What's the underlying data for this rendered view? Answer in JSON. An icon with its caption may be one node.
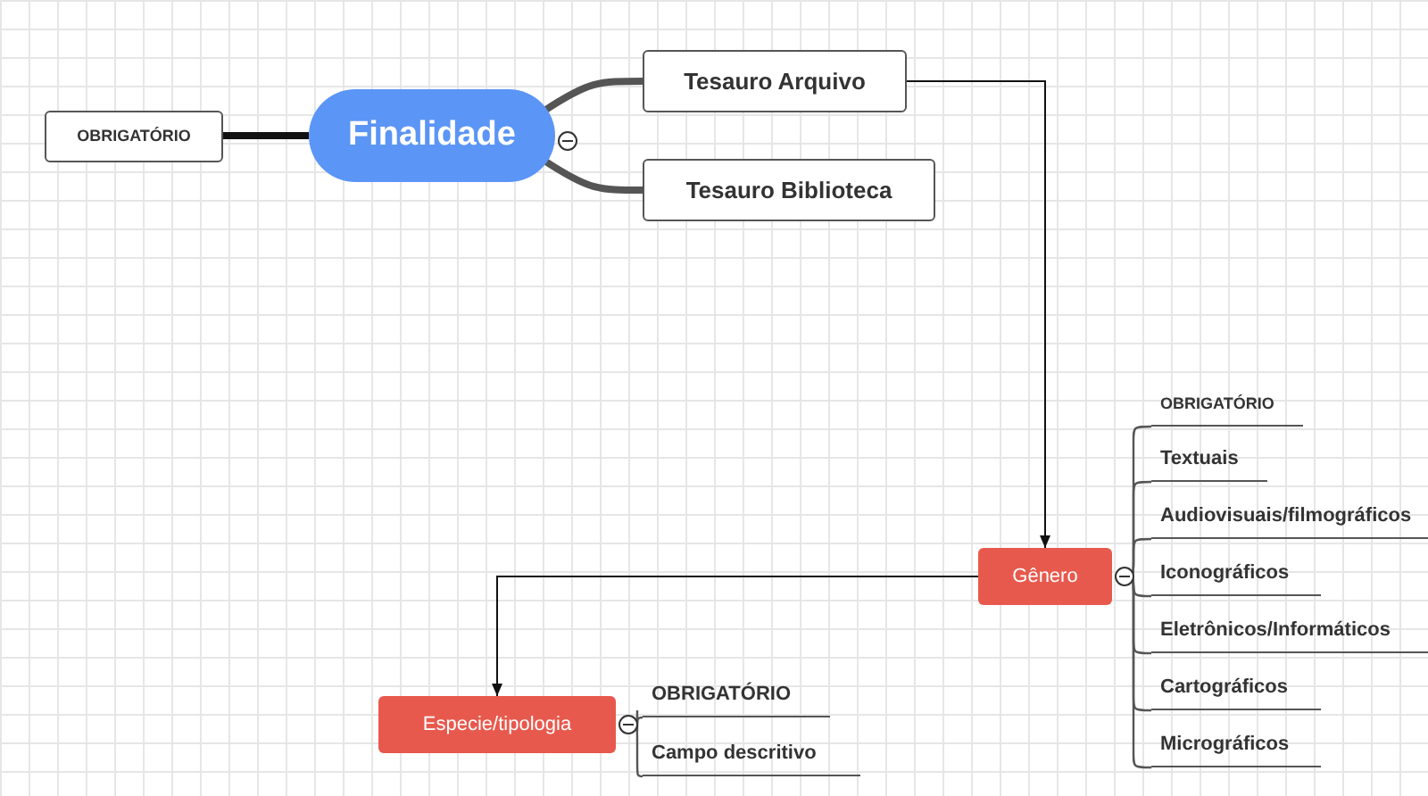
{
  "diagram": {
    "nodes": [
      {
        "text": [
          "OBRIGATÓRIO"
        ]
      },
      {
        "text": [
          "Finalidade"
        ]
      },
      {
        "text": [
          "Tesauro Arquivo"
        ]
      },
      {
        "text": [
          "Tesauro Biblioteca"
        ]
      },
      {
        "text": [
          "Gênero"
        ]
      },
      {
        "text": [
          "OBRIGATÓRIO"
        ]
      },
      {
        "text": [
          "Textuais"
        ]
      },
      {
        "text": [
          "Audiovisuais/filmográficos"
        ]
      },
      {
        "text": [
          "Iconográficos"
        ]
      },
      {
        "text": [
          "Eletrônicos/Informáticos"
        ]
      },
      {
        "text": [
          "Cartográficos"
        ]
      },
      {
        "text": [
          "Micrográficos"
        ]
      },
      {
        "text": [
          "Especie/tipologia"
        ]
      },
      {
        "text": [
          "OBRIGATÓRIO"
        ]
      },
      {
        "text": [
          "Campo descritivo"
        ]
      }
    ],
    "edges": [
      {
        "from": 1,
        "to": 0,
        "arrow": "none",
        "style": "thick"
      },
      {
        "from": 1,
        "to": 2,
        "arrow": "none",
        "style": "thick"
      },
      {
        "from": 1,
        "to": 3,
        "arrow": "none",
        "style": "thick"
      },
      {
        "from": 2,
        "to": 4,
        "arrow": "to"
      },
      {
        "from": 4,
        "to": 12,
        "arrow": "to"
      },
      {
        "from": 4,
        "to": 5,
        "arrow": "none"
      },
      {
        "from": 4,
        "to": 6,
        "arrow": "none"
      },
      {
        "from": 4,
        "to": 7,
        "arrow": "none"
      },
      {
        "from": 4,
        "to": 8,
        "arrow": "none"
      },
      {
        "from": 4,
        "to": 9,
        "arrow": "none"
      },
      {
        "from": 4,
        "to": 10,
        "arrow": "none"
      },
      {
        "from": 4,
        "to": 11,
        "arrow": "none"
      },
      {
        "from": 12,
        "to": 13,
        "arrow": "none"
      },
      {
        "from": 12,
        "to": 14,
        "arrow": "none"
      }
    ]
  }
}
